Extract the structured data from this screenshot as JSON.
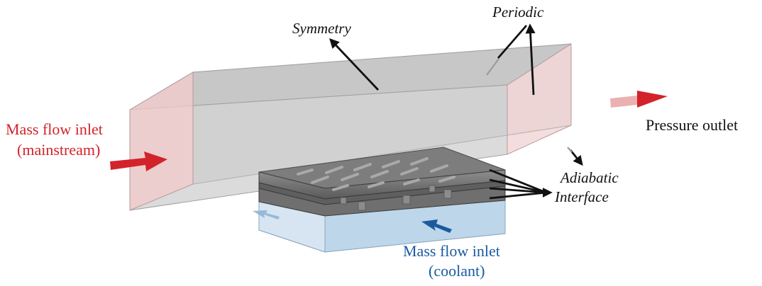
{
  "labels": {
    "symmetry": "Symmetry",
    "periodic": "Periodic",
    "adiabatic": "Adiabatic",
    "interface": "Interface",
    "pressure_outlet": "Pressure outlet",
    "mainstream_inlet_line1": "Mass flow inlet",
    "mainstream_inlet_line2": "(mainstream)",
    "coolant_inlet_line1": "Mass flow inlet",
    "coolant_inlet_line2": "(coolant)"
  },
  "colors": {
    "mainstream": "#d2232a",
    "coolant": "#1a5aa0",
    "annotation": "#111111"
  }
}
